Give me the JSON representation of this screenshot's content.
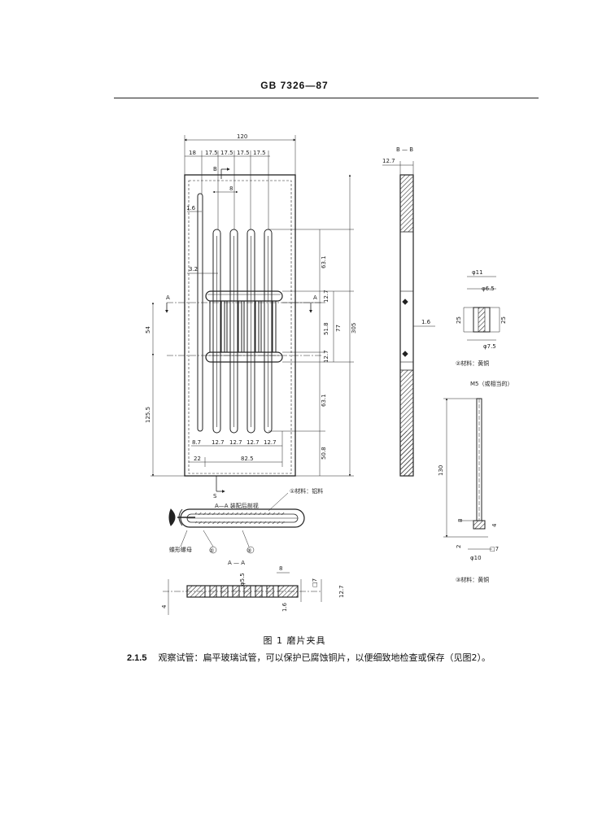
{
  "header": {
    "standard_code": "GB 7326—87"
  },
  "figure": {
    "caption": "图 1  磨片夹具",
    "main_view": {
      "dims_top": [
        "120",
        "18",
        "17.5",
        "17.5",
        "17.5",
        "17.5"
      ],
      "section_mark_B": "B",
      "dim_8": "8",
      "dim_1_6": "1.6",
      "dim_3_2": "3.2",
      "section_mark_A": "A",
      "dims_right": [
        "63.1",
        "12.7",
        "51.8",
        "12.7",
        "63.1",
        "50.8",
        "77",
        "305"
      ],
      "dims_left": [
        "54",
        "125.5"
      ],
      "dims_bottom_row": [
        "8.7",
        "12.7",
        "12.7",
        "12.7",
        "12.7"
      ],
      "dims_bottom": [
        "22",
        "82.5"
      ],
      "section_mark_S": "S"
    },
    "section_bb": {
      "title": "B — B",
      "dim_12_7": "12.7",
      "dim_1_6": "1.6"
    },
    "part2": {
      "dims": [
        "φ11",
        "φ6.5",
        "φ7.5",
        "25",
        "25"
      ],
      "note": "②材料：黄铜"
    },
    "part3": {
      "thread": "M5（或相当的）",
      "dims": [
        "130",
        "8",
        "4",
        "2",
        "φ10",
        "□7"
      ],
      "note": "③材料：黄铜"
    },
    "notes_mid": {
      "material1": "①材料：铝料",
      "aa_assembled": "A—A 装配后剖视",
      "wing_nut": "蝶形螺母",
      "callout2": "②",
      "callout3": "③"
    },
    "section_aa": {
      "title": "A — A",
      "dims": [
        "8",
        "φ5.5",
        "□7",
        "12.7",
        "1.6",
        "4"
      ]
    }
  },
  "body_text": {
    "number": "2.1.5",
    "text": "观察试管：扁平玻璃试管，可以保护已腐蚀铜片，以便细致地检查或保存（见图2）。"
  }
}
